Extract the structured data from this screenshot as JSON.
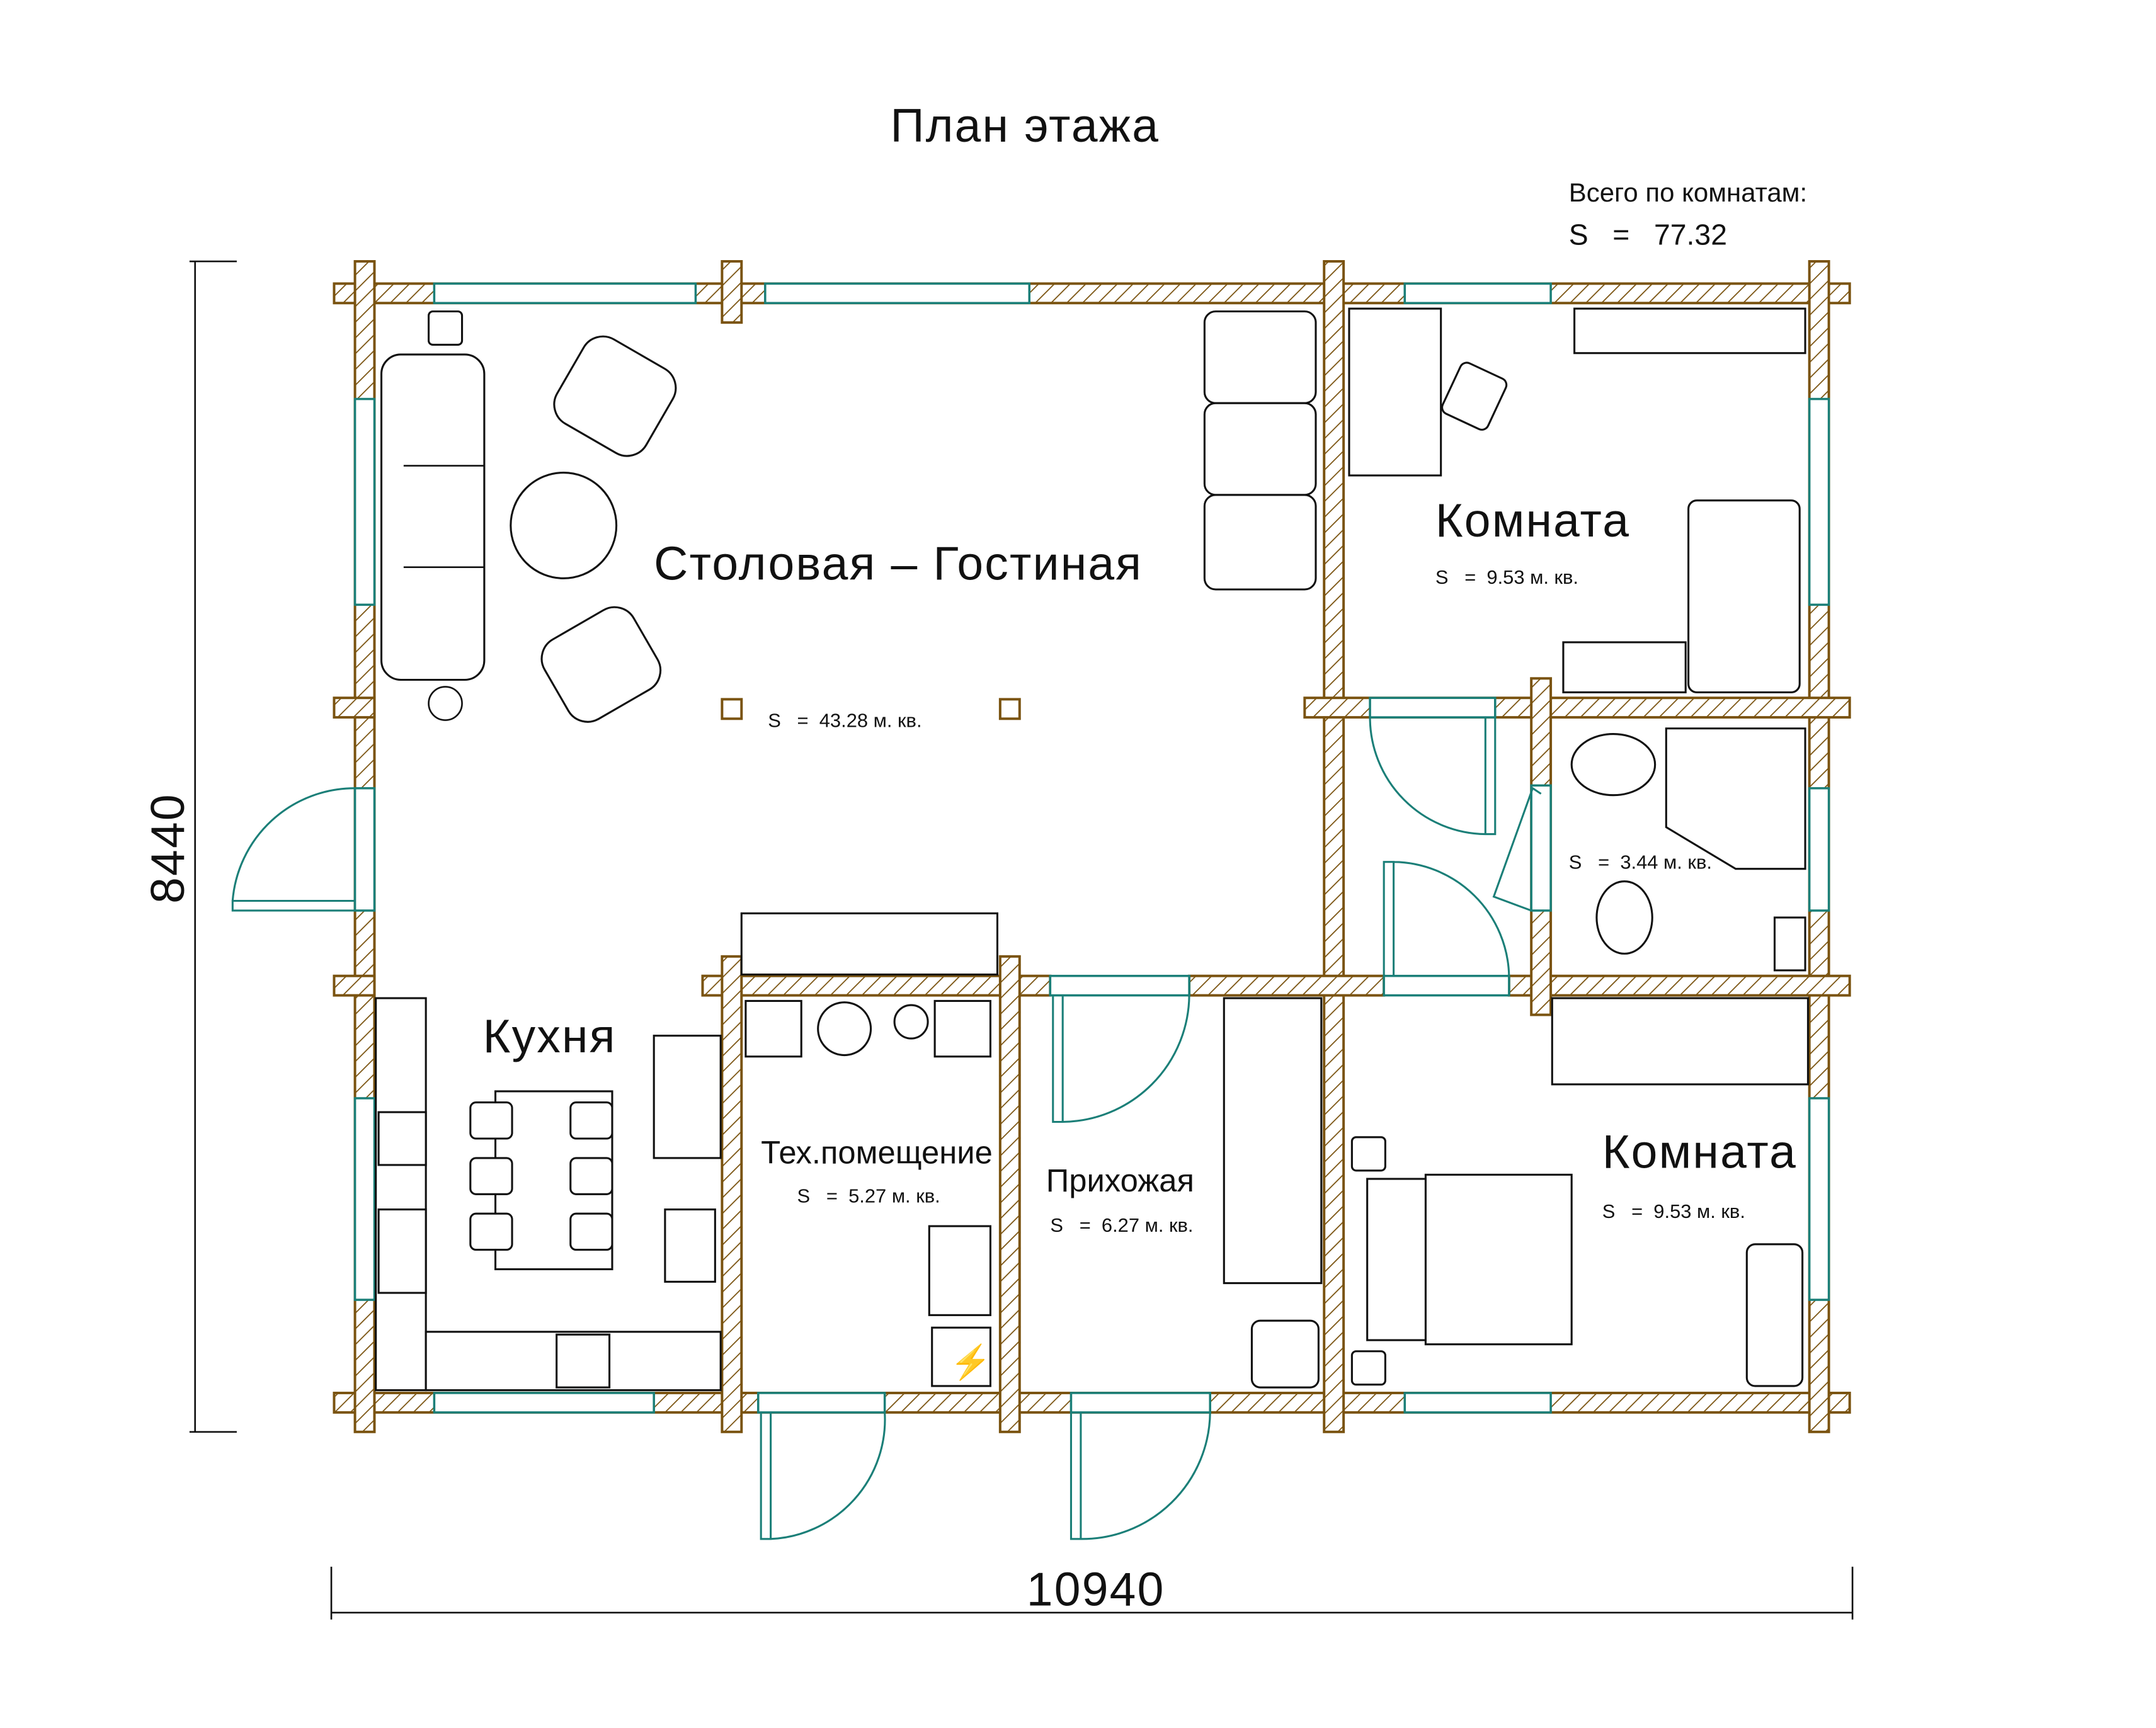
{
  "title": "План этажа",
  "summary": {
    "label": "Всего по комнатам:",
    "area": "S   =   77.32"
  },
  "dimensions": {
    "height": "8440",
    "width": "10940"
  },
  "rooms": [
    {
      "name": "Столовая – Гостиная",
      "area": "S   =  43.28 м. кв."
    },
    {
      "name": "Комната",
      "area": "S   =  9.53 м. кв."
    },
    {
      "name": "",
      "area": "S   =  3.44 м. кв."
    },
    {
      "name": "Кухня",
      "area": ""
    },
    {
      "name": "Тех.помещение",
      "area": "S   =  5.27 м. кв."
    },
    {
      "name": "Прихожая",
      "area": "S   =  6.27 м. кв."
    },
    {
      "name": "Комната",
      "area": "S   =  9.53 м. кв."
    }
  ],
  "colors": {
    "wall": "#7a5310",
    "window": "#1b7f78"
  }
}
